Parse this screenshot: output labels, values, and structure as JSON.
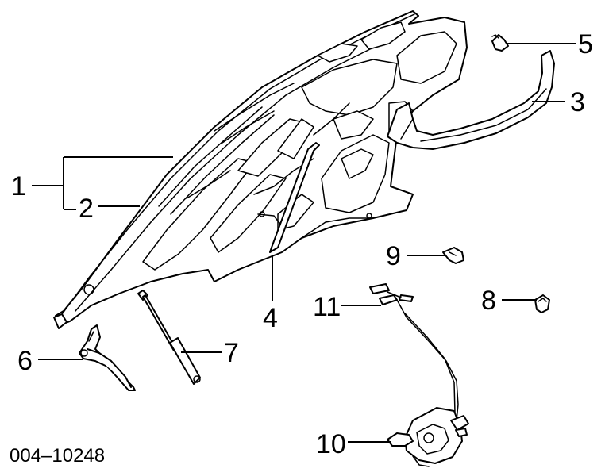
{
  "diagram_code": "004–10248",
  "callouts": {
    "c1": "1",
    "c2": "2",
    "c3": "3",
    "c4": "4",
    "c5": "5",
    "c6": "6",
    "c7": "7",
    "c8": "8",
    "c9": "9",
    "c10": "10",
    "c11": "11"
  },
  "parts": [
    {
      "callout": "1",
      "icon": "hood-assembly-icon"
    },
    {
      "callout": "2",
      "icon": "hood-outer-panel-icon"
    },
    {
      "callout": "3",
      "icon": "hood-seal-icon"
    },
    {
      "callout": "4",
      "icon": "hood-support-rod-icon"
    },
    {
      "callout": "5",
      "icon": "push-pin-retainer-icon"
    },
    {
      "callout": "6",
      "icon": "hood-hinge-icon"
    },
    {
      "callout": "7",
      "icon": "lift-support-strut-icon"
    },
    {
      "callout": "8",
      "icon": "bumper-stop-icon"
    },
    {
      "callout": "9",
      "icon": "clip-icon"
    },
    {
      "callout": "10",
      "icon": "hood-latch-icon"
    },
    {
      "callout": "11",
      "icon": "release-cable-icon"
    }
  ]
}
